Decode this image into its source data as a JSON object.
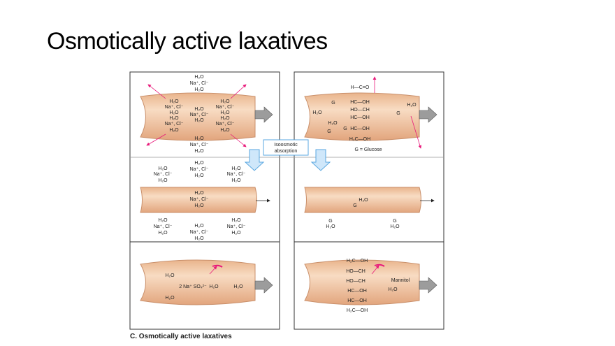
{
  "slide": {
    "title": "Osmotically active laxatives"
  },
  "figure": {
    "caption": "C. Osmotically active laxatives",
    "callout": [
      "Isoosmotic",
      "absorption"
    ],
    "glucose_legend": "G = Glucose",
    "mannitol_label": "Mannitol",
    "water": "H₂O",
    "salt": "Na⁺, Cl⁻",
    "sulfate": "2 Na⁺ SO₄²⁻",
    "glucose_symbol": "G",
    "glucose_structure": [
      "H—C=O",
      "HC—OH",
      "HO—CH",
      "HC—OH",
      "HC—OH",
      "H₂C—OH"
    ],
    "mannitol_structure": [
      "H₂C—OH",
      "HO—CH",
      "HO—CH",
      "HC—OH",
      "HC—OH",
      "H₂C—OH"
    ],
    "colors": {
      "tube": "#f3c8a6",
      "tube_edge": "#c98f6a",
      "arrow": "#9c9c9c",
      "pink": "#e8197a",
      "callout": "#5aa7e0"
    }
  }
}
